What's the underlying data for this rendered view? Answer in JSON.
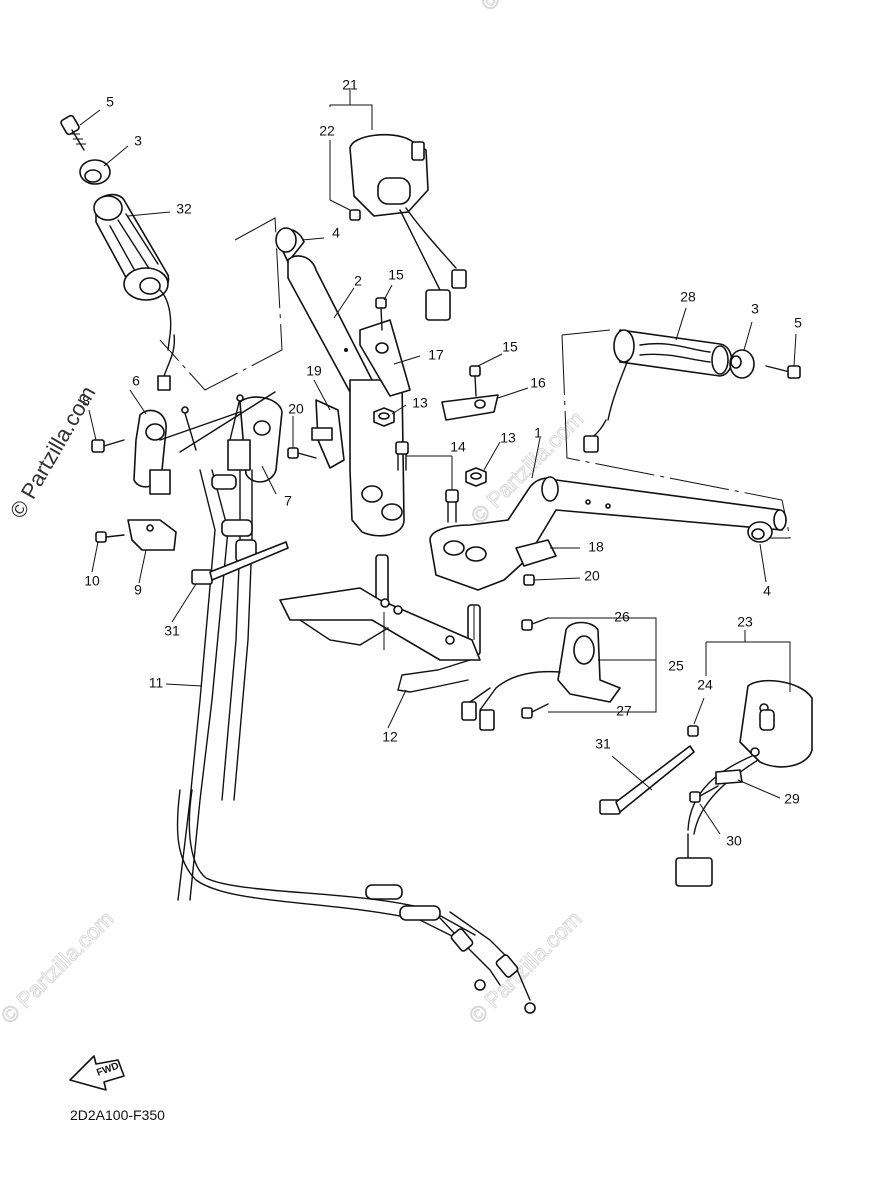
{
  "diagram_code": "2D2A100-F350",
  "fwd_label": "FWD",
  "watermarks": {
    "main": "© Partzilla.com",
    "faint": "© Partzilla.com"
  },
  "callouts": {
    "c1": "1",
    "c2": "2",
    "c3a": "3",
    "c3b": "3",
    "c4a": "4",
    "c4b": "4",
    "c5a": "5",
    "c5b": "5",
    "c6": "6",
    "c7": "7",
    "c8": "8",
    "c9": "9",
    "c10": "10",
    "c11": "11",
    "c12": "12",
    "c13a": "13",
    "c13b": "13",
    "c14": "14",
    "c15a": "15",
    "c15b": "15",
    "c16": "16",
    "c17": "17",
    "c18": "18",
    "c19": "19",
    "c20a": "20",
    "c20b": "20",
    "c21": "21",
    "c22": "22",
    "c23": "23",
    "c24": "24",
    "c25": "25",
    "c26": "26",
    "c27": "27",
    "c28": "28",
    "c29": "29",
    "c30": "30",
    "c31a": "31",
    "c31b": "31",
    "c32": "32"
  },
  "colors": {
    "ink": "#111111",
    "watermark": "#d9d9d9",
    "background": "#ffffff"
  }
}
